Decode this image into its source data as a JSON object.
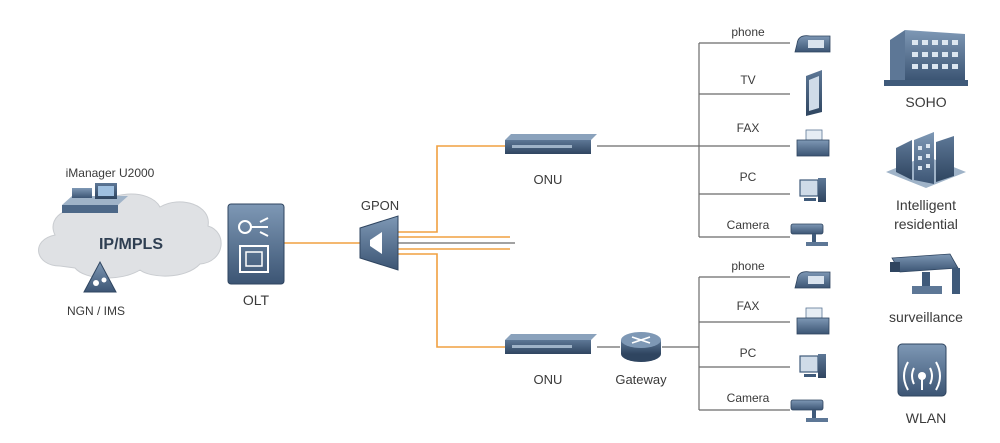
{
  "core": {
    "cloud_label": "IP/MPLS",
    "manager_label": "iManager U2000",
    "ngn_label": "NGN / IMS",
    "olt_label": "OLT",
    "gpon_label": "GPON"
  },
  "upper_branch": {
    "onu_label": "ONU",
    "devices": [
      "phone",
      "TV",
      "FAX",
      "PC",
      "Camera"
    ]
  },
  "lower_branch": {
    "onu_label": "ONU",
    "gateway_label": "Gateway",
    "devices": [
      "phone",
      "FAX",
      "PC",
      "Camera"
    ]
  },
  "scenarios": {
    "soho": "SOHO",
    "residential_line1": "Intelligent",
    "residential_line2": "residential",
    "surveillance": "surveillance",
    "wlan": "WLAN"
  },
  "colors": {
    "fiber": "#f0a040",
    "copper": "#6b6b6b",
    "device": "#3f5a7a",
    "device_light": "#6f8aa8",
    "cloud": "#dfe1e4"
  }
}
